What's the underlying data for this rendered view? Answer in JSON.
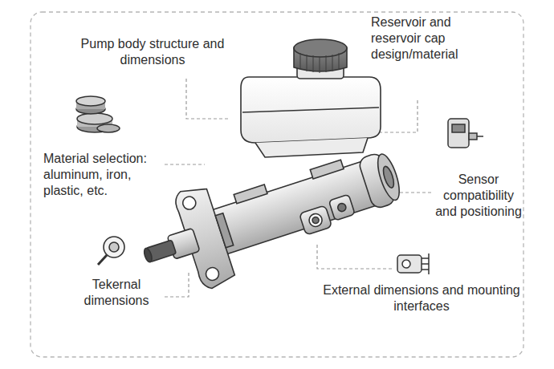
{
  "diagram": {
    "labels": [
      "Pump body structure and dimensions",
      "Reservoir and reservoir cap design/material",
      "Material selection: aluminum, iron, plastic, etc.",
      "Sensor compatibility and positioning",
      "Tekernal dimensions",
      "External dimensions and mounting interfaces"
    ]
  }
}
